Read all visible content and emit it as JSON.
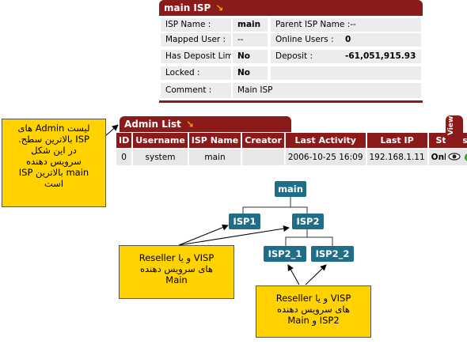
{
  "isp_panel": {
    "title": "main ISP",
    "rows": [
      {
        "label_left": "ISP Name :",
        "value_left": "main",
        "label_right": "Parent ISP Name :--",
        "value_right": ""
      },
      {
        "label_left": "Mapped User :",
        "value_left": "--",
        "label_right": "Online Users :",
        "value_right": "0"
      },
      {
        "label_left": "Has Deposit Limit :",
        "value_left": "No",
        "label_right": "Deposit :",
        "value_right": "-61,051,915.93"
      },
      {
        "label_left": "Locked :",
        "value_left": "No",
        "label_right": "",
        "value_right": ""
      }
    ],
    "comment_label": "Comment :",
    "comment_value": "Main ISP"
  },
  "admin_list": {
    "title": "Admin List",
    "columns": [
      "ID",
      "Username",
      "ISP Name",
      "Creator",
      "Last Activity",
      "Last IP",
      "Status"
    ],
    "row": {
      "id": "0",
      "username": "system",
      "isp_name": "main",
      "creator": "",
      "last_activity": "2006-10-25 16:09",
      "last_ip": "192.168.1.11",
      "status": "Online"
    },
    "view_label": "View"
  },
  "tree": {
    "root": "main",
    "level1": [
      "ISP1",
      "ISP2"
    ],
    "level2": [
      "ISP2_1",
      "ISP2_2"
    ]
  },
  "callouts": {
    "admin_note": [
      "لیست Admin های",
      "ISP بالاترین سطح.",
      "در این شکل",
      "سرویس دهنده",
      "main بالاترین ISP",
      "است"
    ],
    "reseller_main": [
      "Reseller و یا VISP",
      "های سرویس دهنده",
      "Main"
    ],
    "reseller_isp2": [
      "Reseller و یا VISP",
      "های سرویس دهنده",
      "Main و ISP2"
    ]
  },
  "colors": {
    "header": "#8b1a1a",
    "node": "#1e6e8a",
    "callout": "#ffd200",
    "online": "#2fbf2f"
  }
}
